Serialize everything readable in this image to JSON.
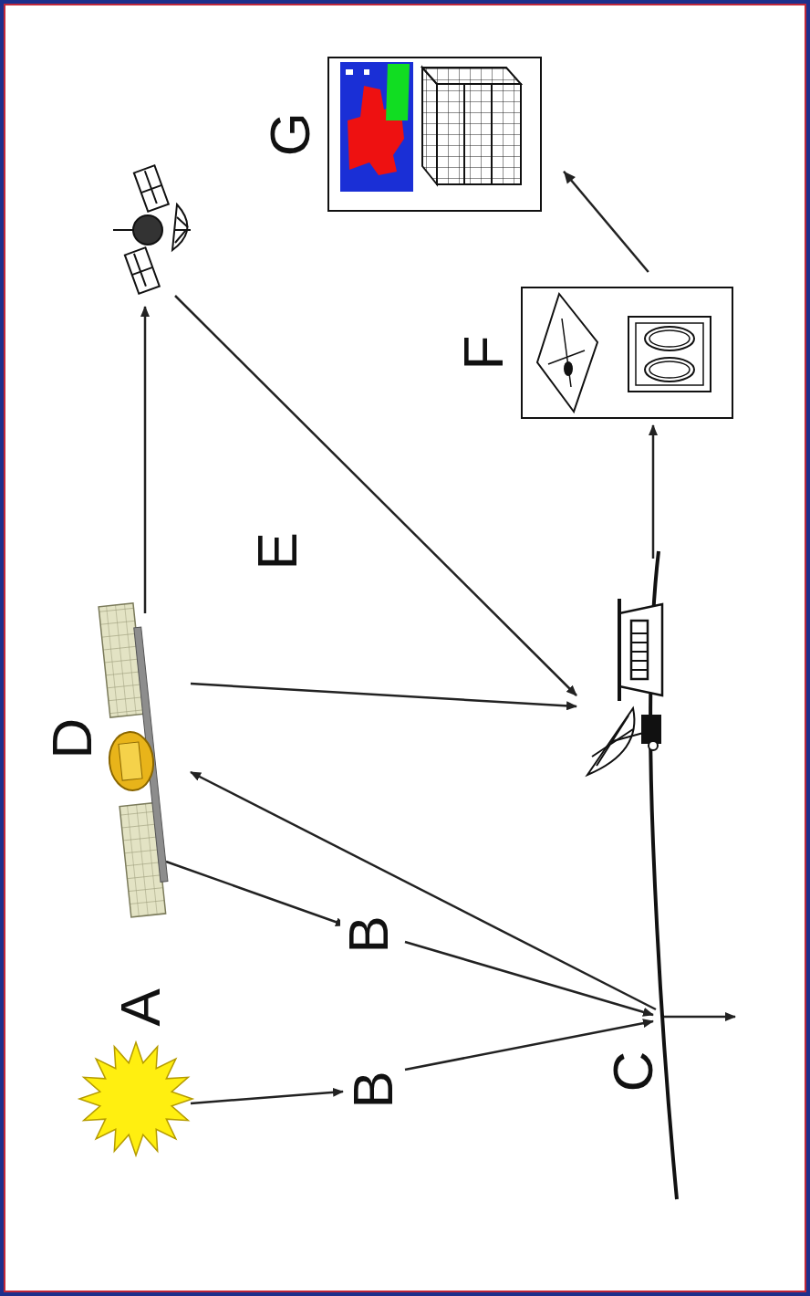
{
  "diagram": {
    "nodes": [
      {
        "text": [
          "F"
        ]
      },
      {
        "text": [
          "G"
        ]
      }
    ],
    "edges": [
      {
        "from": 0,
        "to": 1,
        "arrow": "to"
      }
    ],
    "labels": [
      "A",
      "B",
      "B",
      "C",
      "D",
      "E"
    ]
  }
}
